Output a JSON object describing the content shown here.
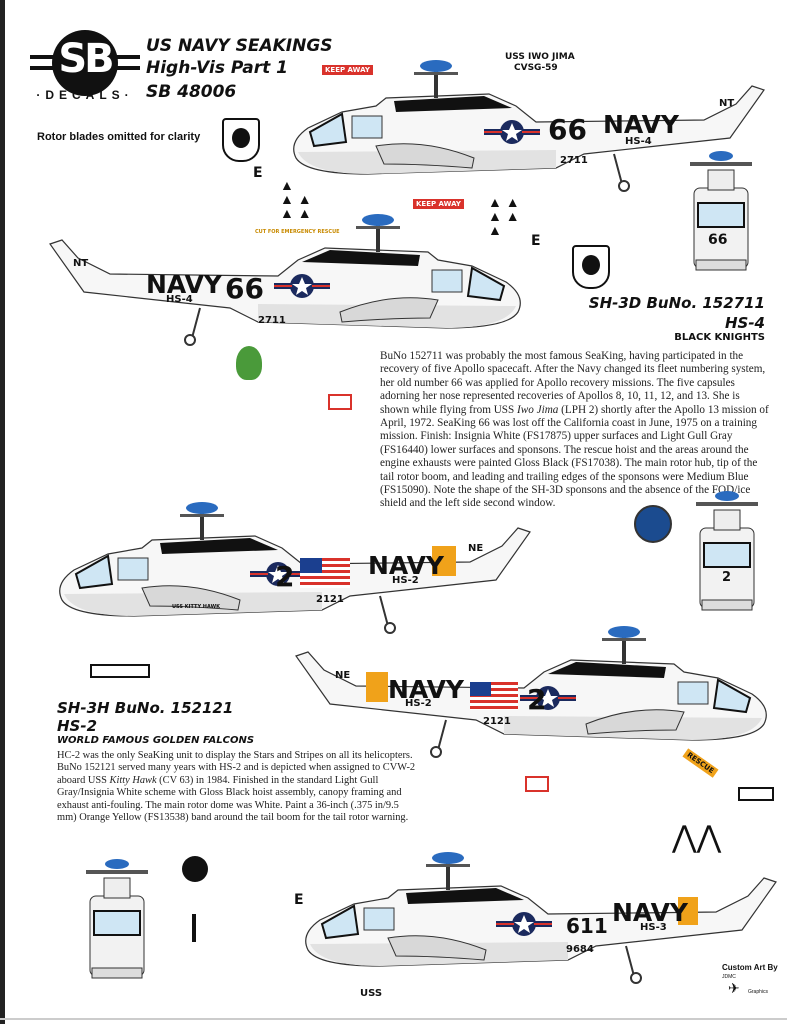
{
  "header": {
    "logo_text": "SB",
    "logo_sub": "·DECALS·",
    "title_line1": "US NAVY SEAKINGS",
    "title_line2": "High-Vis Part 1",
    "title_line3": "SB 48006",
    "note": "Rotor blades omitted for clarity"
  },
  "colors": {
    "red": "#d9322b",
    "blue": "#2a6bbf",
    "orange": "#f0a21a",
    "black": "#111111",
    "gray": "#e4e4e4"
  },
  "aircraft1": {
    "title": "SH-3D BuNo. 152711",
    "squadron": "HS-4",
    "nickname": "BLACK KNIGHTS",
    "description": "BuNo 152711 was probably the most famous SeaKing, having participated in the recovery of five Apollo spacecaft. After the Navy changed its fleet numbering system, her old number 66 was applied for Apollo recovery missions. The five capsules adorning her nose represented recoveries of Apollos 8, 10, 11, 12, and 13. She is shown while flying from USS ",
    "description_ship": "Iwo Jima",
    "description_rest": " (LPH 2) shortly after the Apollo 13 mission of April, 1972. SeaKing 66 was lost off the California coast in June, 1975 on a training mission. Finish: Insignia White (FS17875) upper surfaces and Light Gull Gray (FS16440) lower surfaces and sponsons. The rescue hoist and the areas around the engine exhausts were painted Gloss Black (FS17038). The main rotor hub, tip of the tail rotor boom, and leading and trailing edges of the sponsons were Medium Blue (FS15090). Note the shape of the SH-3D sponsons and the absence of the FOD/ice shield and the left side second window.",
    "side_left": {
      "modex": "66",
      "navy": "NAVY",
      "code": "HS-4",
      "serial": "2711",
      "tail": "NT",
      "keep_away": "KEEP AWAY",
      "ship_line1": "USS IWO JIMA",
      "ship_line2": "CVSG-59",
      "marker": "E"
    },
    "side_right": {
      "modex": "66",
      "navy": "NAVY",
      "code": "HS-4",
      "serial": "2711",
      "tail": "NT",
      "keep_away": "KEEP AWAY",
      "rescue": "CUT FOR EMERGENCY RESCUE",
      "marker": "E"
    },
    "front_modex": "66"
  },
  "aircraft2": {
    "title": "SH-3H BuNo. 152121",
    "squadron": "HS-2",
    "nickname": "WORLD FAMOUS GOLDEN FALCONS",
    "description_a": "HC-2 was the only SeaKing unit to display the Stars and Stripes on all its helicopters. BuNo 152121 served many years with HS-2 and is depicted when assigned to CVW-2 aboard USS ",
    "description_ship": "Kitty Hawk",
    "description_b": " (CV 63) in 1984. Finished in the standard Light Gull Gray/Insignia White scheme with Gloss Black hoist assembly, canopy framing and exhaust anti-fouling. The main rotor dome was White. Paint a 36-inch (.375 in/9.5 mm) Orange Yellow (FS13538) band around the tail boom for the tail rotor warning.",
    "side_left": {
      "modex": "2",
      "navy": "NAVY",
      "code": "HS-2",
      "serial": "2121",
      "tail": "NE",
      "ship": "USS KITTY HAWK"
    },
    "side_right": {
      "modex": "2",
      "navy": "NAVY",
      "code": "HS-2",
      "serial": "2121",
      "tail": "NE",
      "rescue": "RESCUE"
    },
    "front_modex": "2"
  },
  "aircraft3": {
    "side_left": {
      "modex": "611",
      "navy": "NAVY",
      "code": "HS-3",
      "serial": "9684",
      "marker": "E",
      "uss": "USS"
    }
  },
  "credit": {
    "line1": "Custom Art By",
    "line2": "JDMC",
    "line3": "Graphics"
  }
}
